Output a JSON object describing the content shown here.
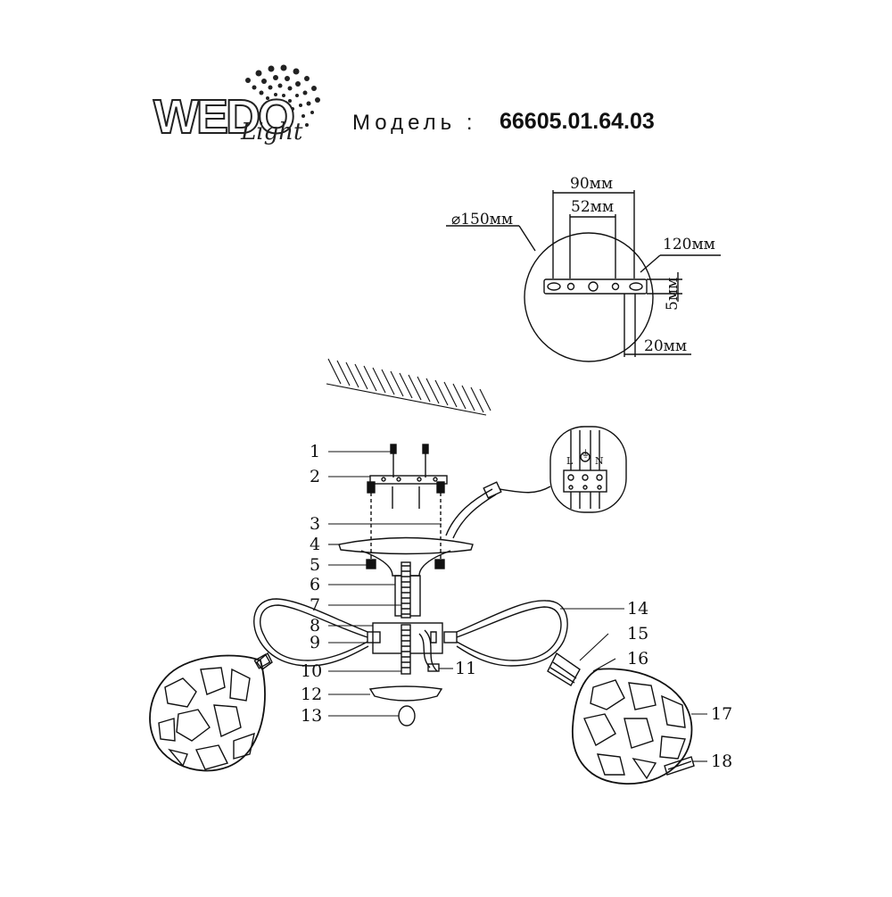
{
  "header": {
    "brand_main": "WEDO",
    "brand_script": "Light",
    "model_label": "Модель :",
    "model_number": "66605.01.64.03"
  },
  "mounting_detail": {
    "diameter": "⌀150мм",
    "spacing_outer": "90мм",
    "spacing_inner": "52мм",
    "plate_length": "120мм",
    "plate_offset": "5мм",
    "plate_height": "20мм"
  },
  "terminal_detail": {
    "labels": [
      "L",
      "⏚",
      "N"
    ]
  },
  "callouts": [
    "1",
    "2",
    "3",
    "4",
    "5",
    "6",
    "7",
    "8",
    "9",
    "10",
    "11",
    "12",
    "13",
    "14",
    "15",
    "16",
    "17",
    "18"
  ]
}
